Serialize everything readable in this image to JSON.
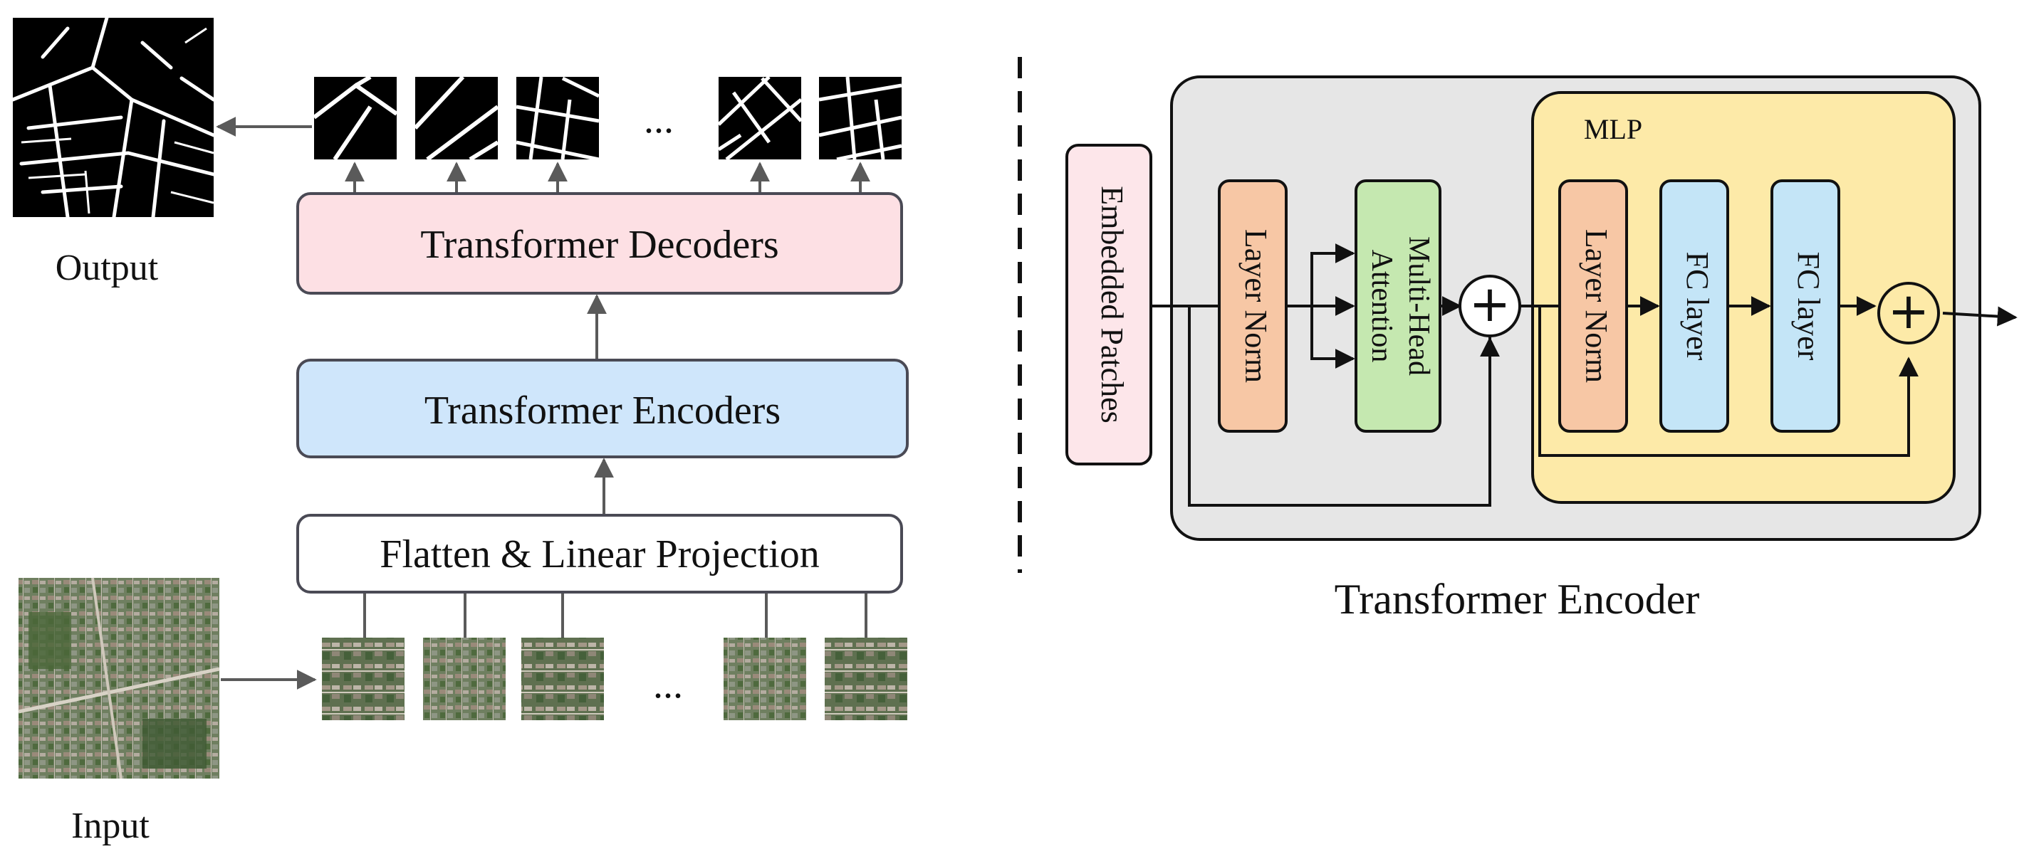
{
  "left_panel": {
    "output_label": "Output",
    "input_label": "Input",
    "decoders_label": "Transformer Decoders",
    "encoders_label": "Transformer Encoders",
    "projection_label": "Flatten & Linear Projection",
    "top_ellipsis": "...",
    "bottom_ellipsis": "..."
  },
  "right_panel": {
    "caption": "Transformer Encoder",
    "embedded_label": "Embedded Patches",
    "layer_norm_1": "Layer Norm",
    "mha_line1": "Multi-Head",
    "mha_line2": "Attention",
    "mlp_label": "MLP",
    "layer_norm_2": "Layer Norm",
    "fc_layer_1": "FC layer",
    "fc_layer_2": "FC layer",
    "plus_symbol": "+"
  },
  "colors": {
    "decoder_fill": "#fde0e4",
    "encoder_fill": "#cfe6fb",
    "block_border": "#4a4a55",
    "layer_norm_fill": "#f7c7a5",
    "mha_fill": "#c5e8b0",
    "fc_fill": "#c4e5f7",
    "mlp_fill": "#fdeaa8",
    "encoder_bg_fill": "#e6e6e6",
    "embedded_fill": "#fde6ea",
    "satellite_base": "#6f7f60"
  }
}
